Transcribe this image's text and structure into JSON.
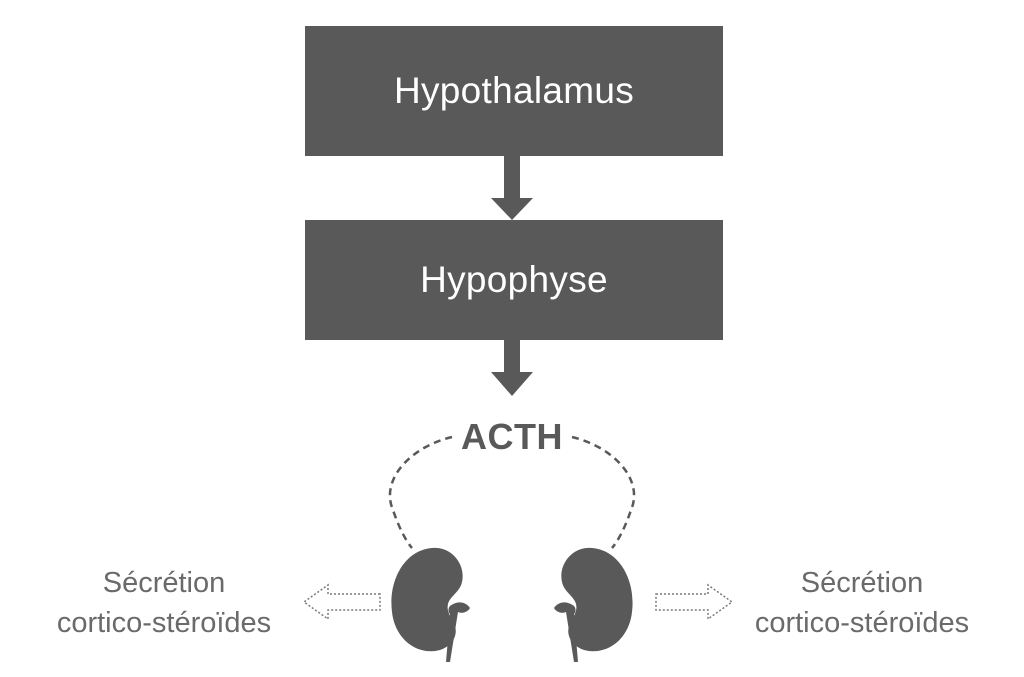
{
  "diagram": {
    "nodes": {
      "hypothalamus": "Hypothalamus",
      "hypophyse": "Hypophyse",
      "hormone": "ACTH"
    },
    "outputs": {
      "left": {
        "line1": "Sécrétion",
        "line2": "cortico-stéroïdes"
      },
      "right": {
        "line1": "Sécrétion",
        "line2": "cortico-stéroïdes"
      }
    },
    "icons": {
      "left_organ": "kidney-icon",
      "right_organ": "kidney-icon"
    },
    "colors": {
      "box_fill": "#595959",
      "box_text": "#ffffff",
      "organ_fill": "#595959",
      "label_text": "#6a6a6a"
    }
  }
}
